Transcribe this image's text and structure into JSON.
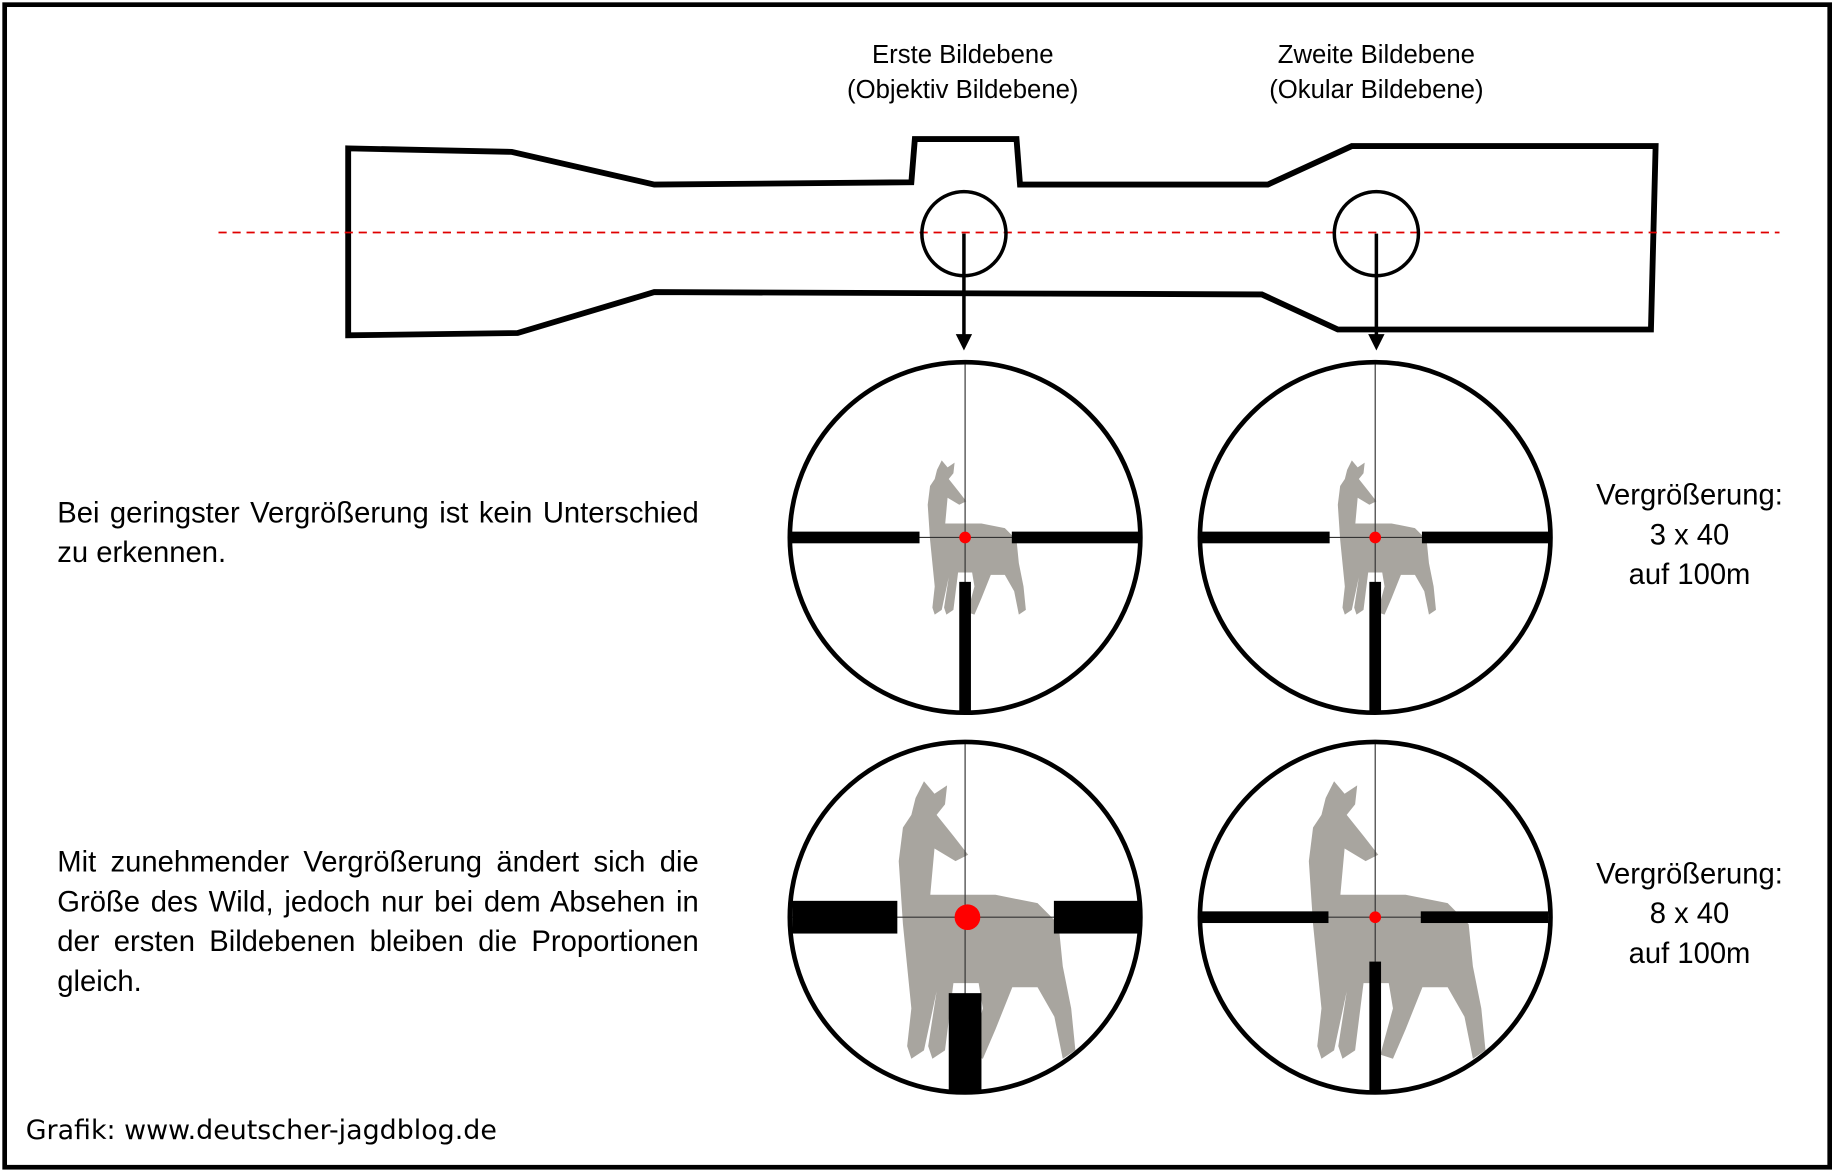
{
  "labels": {
    "first_plane": {
      "line1": "Erste Bildebene",
      "line2": "(Objektiv Bildebene)"
    },
    "second_plane": {
      "line1": "Zweite Bildebene",
      "line2": "(Okular Bildebene)"
    }
  },
  "rows": [
    {
      "description": "Bei geringster Vergrößerung ist kein Unterschied zu erkennen.",
      "magnification": {
        "title": "Vergrößerung:",
        "value": "3 x 40",
        "distance": "auf 100m"
      }
    },
    {
      "description": "Mit zunehmender Vergrößerung ändert sich die Größe des Wild, jedoch nur bei dem Absehen in der ersten Bildebenen bleiben die Proportionen gleich.",
      "magnification": {
        "title": "Vergrößerung:",
        "value": "8 x 40",
        "distance": "auf 100m"
      }
    }
  ],
  "credit": "Grafik: www.deutscher-jagdblog.de",
  "colors": {
    "axis": "#e00000",
    "deer": "#a8a59f",
    "dot": "#ff0000"
  }
}
